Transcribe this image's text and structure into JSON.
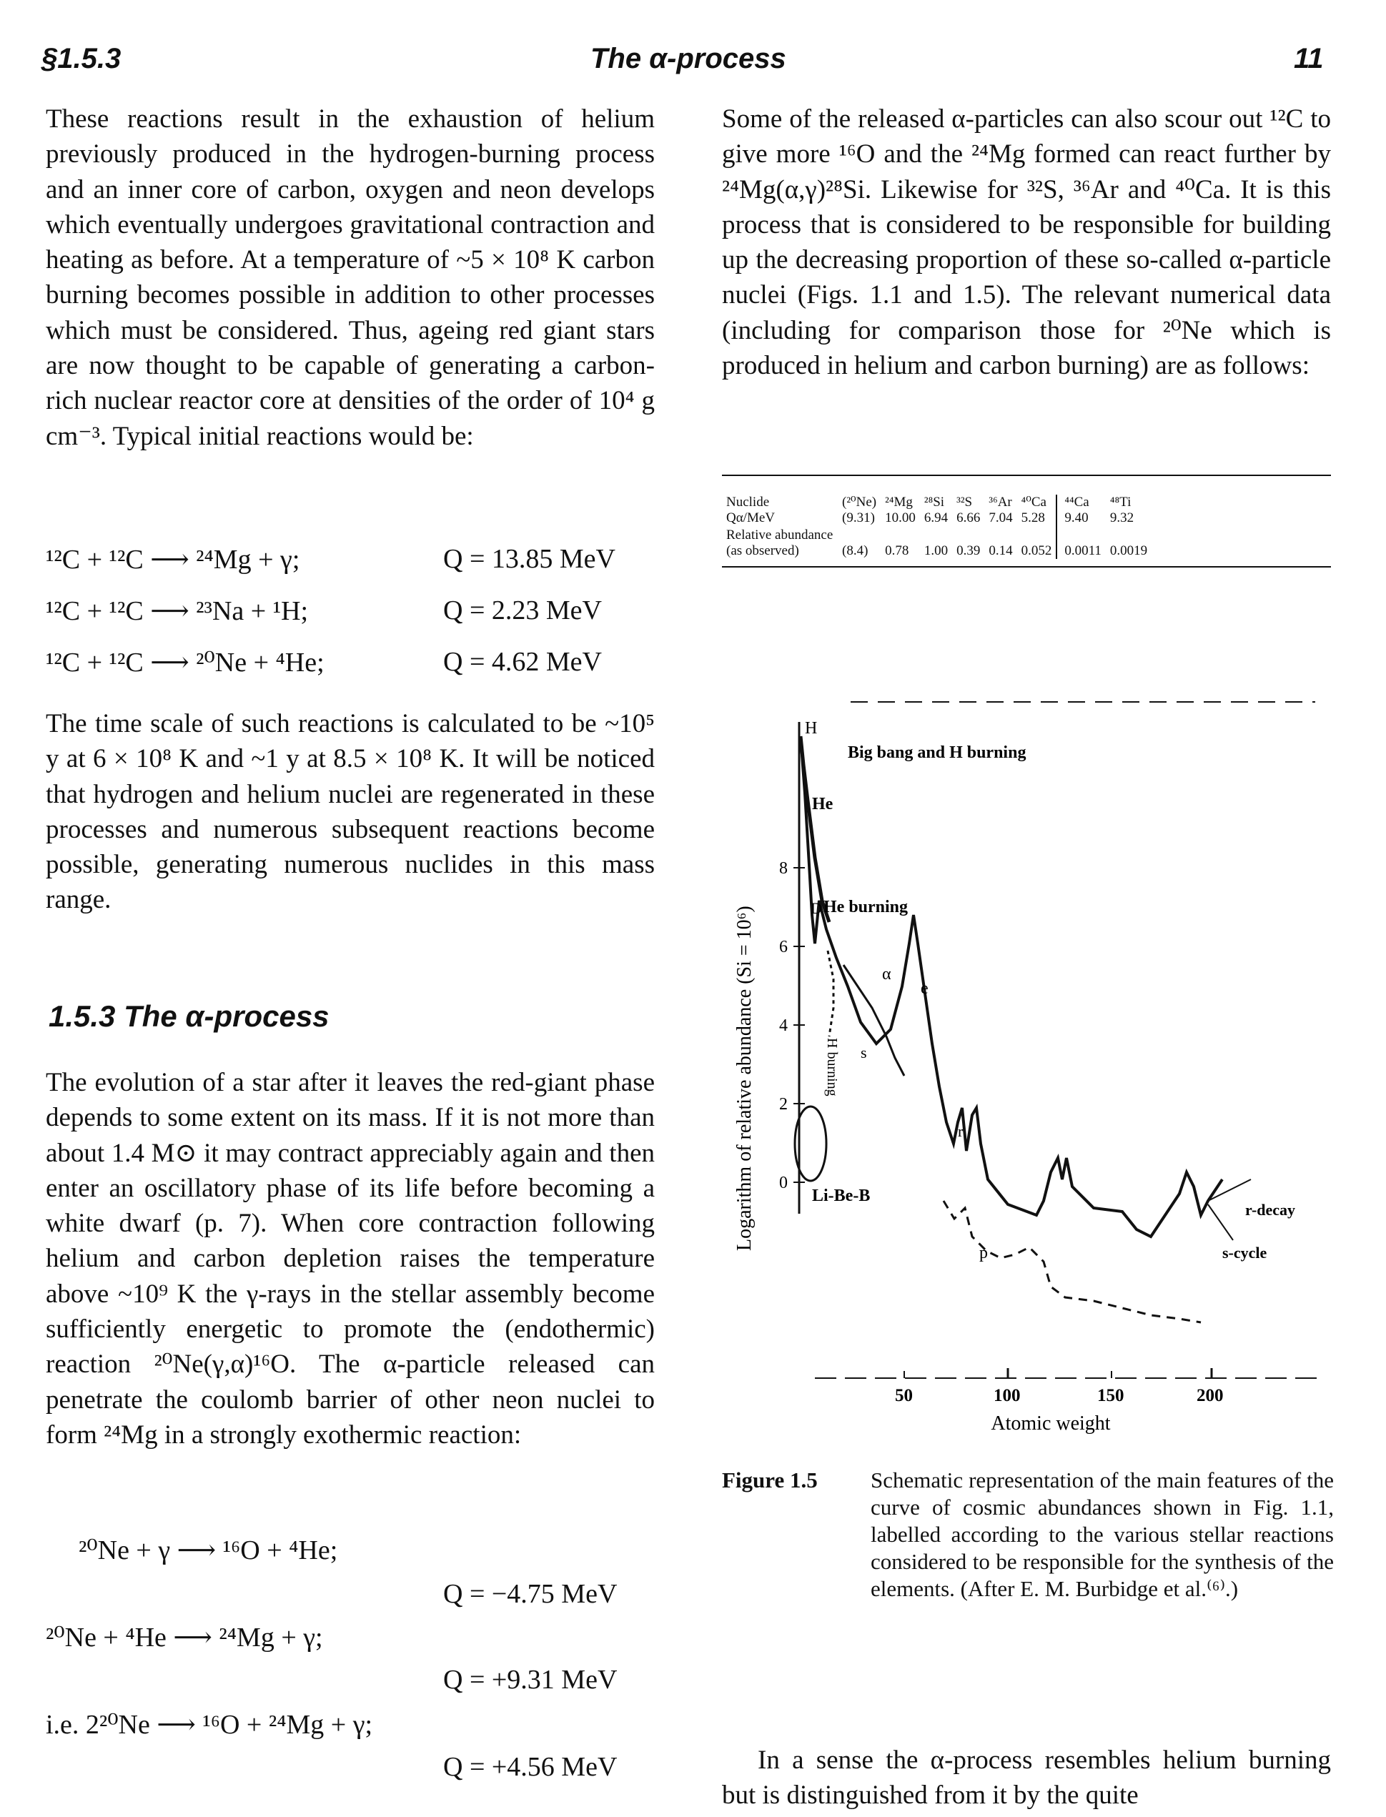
{
  "header": {
    "section": "§1.5.3",
    "title": "The α-process",
    "page": "11"
  },
  "left_col": {
    "para1": "These reactions result in the exhaustion of helium previously produced in the hydrogen-burning process and an inner core of carbon, oxygen and neon develops which eventually undergoes gravitational contraction and heating as before. At a temperature of ~5 × 10⁸ K carbon burning becomes possible in addition to other processes which must be considered. Thus, ageing red giant stars are now thought to be capable of generating a carbon-rich nuclear reactor core at densities of the order of 10⁴ g cm⁻³. Typical initial reactions would be:",
    "reactions1": [
      {
        "eq": "¹²C + ¹²C ⟶ ²⁴Mg + γ;",
        "q": "Q = 13.85 MeV"
      },
      {
        "eq": "¹²C + ¹²C ⟶ ²³Na + ¹H;",
        "q": "Q = 2.23 MeV"
      },
      {
        "eq": "¹²C + ¹²C ⟶ ²⁰Ne + ⁴He;",
        "q": "Q = 4.62 MeV"
      }
    ],
    "para2": "The time scale of such reactions is calculated to be ~10⁵ y at 6 × 10⁸ K and ~1 y at 8.5 × 10⁸ K. It will be noticed that hydrogen and helium nuclei are regenerated in these processes and numerous subsequent reactions become possible, generating numerous nuclides in this mass range.",
    "section_heading": "1.5.3 The α-process",
    "para3": "The evolution of a star after it leaves the red-giant phase depends to some extent on its mass. If it is not more than about 1.4 M⊙ it may contract appreciably again and then enter an oscillatory phase of its life before becoming a white dwarf (p. 7). When core contraction following helium and carbon depletion raises the temperature above ~10⁹ K the γ-rays in the stellar assembly become sufficiently energetic to promote the (endothermic) reaction ²⁰Ne(γ,α)¹⁶O. The α-particle released can penetrate the coulomb barrier of other neon nuclei to form ²⁴Mg in a strongly exothermic reaction:",
    "reactions2": [
      {
        "eq": "²⁰Ne + γ ⟶ ¹⁶O + ⁴He;",
        "q": "Q = −4.75 MeV"
      },
      {
        "eq": "²⁰Ne + ⁴He ⟶ ²⁴Mg + γ;",
        "q": "Q = +9.31 MeV"
      },
      {
        "eq": "i.e. 2²⁰Ne ⟶ ¹⁶O + ²⁴Mg + γ;",
        "q": "Q = +4.56 MeV"
      }
    ]
  },
  "right_col": {
    "para1": "Some of the released α-particles can also scour out ¹²C to give more ¹⁶O and the ²⁴Mg formed can react further by ²⁴Mg(α,γ)²⁸Si. Likewise for ³²S, ³⁶Ar and ⁴⁰Ca. It is this process that is considered to be responsible for building up the decreasing proportion of these so-called α-particle nuclei (Figs. 1.1 and 1.5). The relevant numerical data (including for comparison those for ²⁰Ne which is produced in helium and carbon burning) are as follows:",
    "table": {
      "row_labels": [
        "Nuclide",
        "Qα/MeV",
        "Relative abundance (as observed)"
      ],
      "columns": [
        {
          "nuclide": "(²⁰Ne)",
          "q": "(9.31)",
          "abundance": "(8.4)"
        },
        {
          "nuclide": "²⁴Mg",
          "q": "10.00",
          "abundance": "0.78"
        },
        {
          "nuclide": "²⁸Si",
          "q": "6.94",
          "abundance": "1.00"
        },
        {
          "nuclide": "³²S",
          "q": "6.66",
          "abundance": "0.39"
        },
        {
          "nuclide": "³⁶Ar",
          "q": "7.04",
          "abundance": "0.14"
        },
        {
          "nuclide": "⁴⁰Ca",
          "q": "5.28",
          "abundance": "0.052"
        },
        {
          "nuclide": "⁴⁴Ca",
          "q": "9.40",
          "abundance": "0.0011"
        },
        {
          "nuclide": "⁴⁸Ti",
          "q": "9.32",
          "abundance": "0.0019"
        }
      ]
    },
    "figure": {
      "ylabel": "Logarithm of relative abundance (Si = 10⁶)",
      "xlabel": "Atomic weight",
      "xticks": [
        "50",
        "100",
        "150",
        "200"
      ],
      "yticks": [
        "0",
        "2",
        "4",
        "6",
        "8"
      ],
      "labels": {
        "big_bang": "Big bang and H burning",
        "h": "H",
        "he": "He",
        "he_burning": "He burning",
        "d": "D",
        "alpha": "α",
        "e": "e",
        "s": "s",
        "r": "r",
        "p": "p",
        "h_burning": "H burning",
        "libeb": "Li-Be-B",
        "r_decay": "r-decay",
        "s_cycle": "s-cycle"
      }
    },
    "caption_label": "Figure 1.5",
    "caption_text": "Schematic representation of the main features of the curve of cosmic abundances shown in Fig. 1.1, labelled according to the various stellar reactions considered to be responsible for the synthesis of the elements. (After E. M. Burbidge et al.⁽⁶⁾.)",
    "para2": "In a sense the α-process resembles helium burning but is distinguished from it by the quite"
  }
}
